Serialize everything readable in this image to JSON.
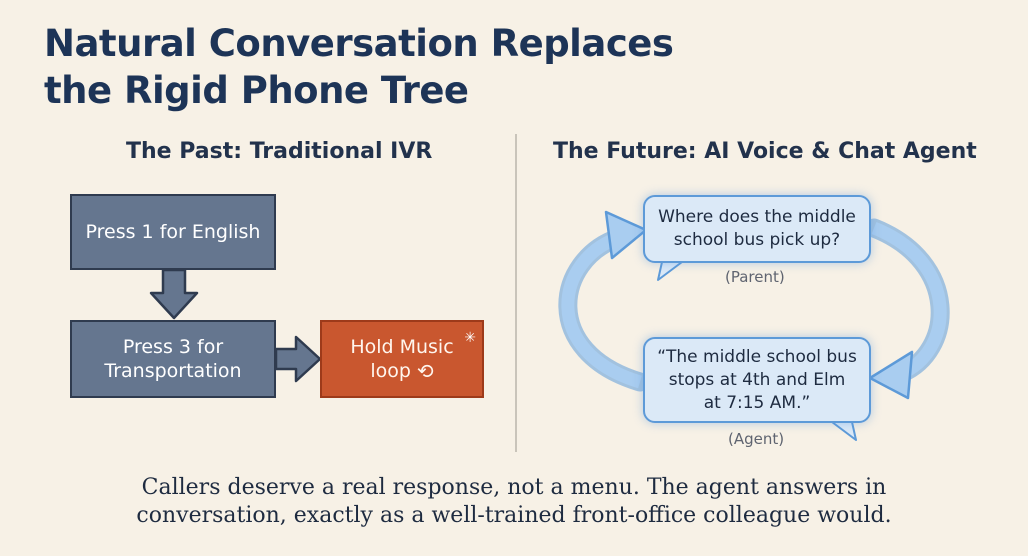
{
  "title": {
    "line1": "Natural Conversation Replaces",
    "line2": "the Rigid Phone Tree"
  },
  "past": {
    "heading": "The Past: Traditional IVR",
    "step1": "Press 1 for English",
    "step2_line1": "Press 3 for",
    "step2_line2": "Transportation",
    "hold_line1": "Hold Music",
    "hold_line2": "loop",
    "hold_icons": [
      "loop-icon",
      "frustration-burst-icon"
    ],
    "colors": {
      "step_box": "#65768f",
      "hold_box": "#c9572f"
    }
  },
  "future": {
    "heading": "The Future: AI Voice & Chat Agent",
    "parent_message_line1": "Where does the middle",
    "parent_message_line2": "school bus pick up?",
    "parent_label": "(Parent)",
    "agent_message_line1": "“The middle school bus",
    "agent_message_line2": "stops at 4th and Elm",
    "agent_message_line3": "at 7:15 AM.”",
    "agent_label": "(Agent)",
    "colors": {
      "bubble_fill": "#dbe9f7",
      "bubble_border": "#5d9ad8",
      "cycle_arrow": "#8dbbe8"
    }
  },
  "footer": {
    "line1": "Callers deserve a real response, not a menu. The agent answers in",
    "line2": "conversation, exactly as a well-trained front-office colleague would."
  }
}
